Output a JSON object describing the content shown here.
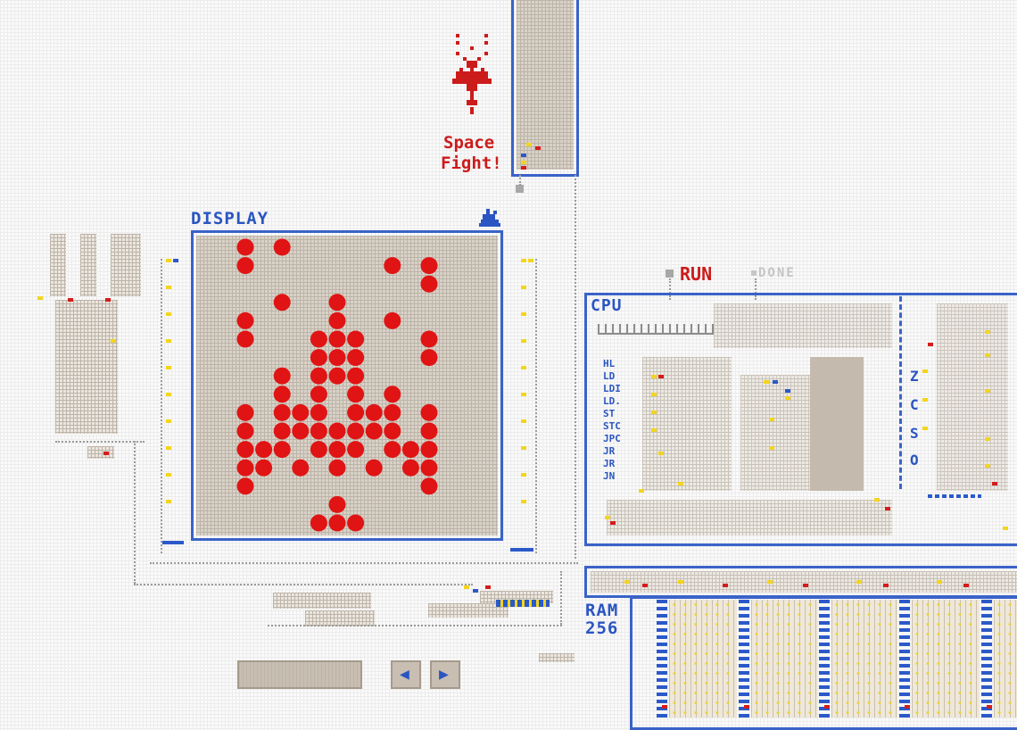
{
  "title": {
    "line1": "Space",
    "line2": "Fight!"
  },
  "display": {
    "label": "DISPLAY",
    "plug_icon": "plug-icon"
  },
  "run": {
    "label": "RUN",
    "done_label": "DONE"
  },
  "cpu": {
    "label": "CPU",
    "mnemonics": [
      "HL",
      "LD",
      "LDI",
      "LD.",
      "ST",
      "STC",
      "JPC",
      "JR",
      "JR",
      "JN"
    ],
    "flags": [
      "Z",
      "C",
      "S",
      "O"
    ]
  },
  "ram": {
    "label_line1": "RAM",
    "label_line2": "256"
  },
  "controls": {
    "left_button": "◀",
    "right_button": "▶"
  },
  "colors": {
    "frame": "#3a63c8",
    "led_on": "#e01414",
    "text_blue": "#2a55c2",
    "text_red": "#cc1b1b"
  },
  "display_grid": {
    "cols": 11,
    "rows": 16,
    "lit": [
      [
        0,
        0
      ],
      [
        2,
        0
      ],
      [
        0,
        1
      ],
      [
        8,
        1
      ],
      [
        10,
        1
      ],
      [
        10,
        2
      ],
      [
        2,
        3
      ],
      [
        5,
        3
      ],
      [
        0,
        4
      ],
      [
        5,
        4
      ],
      [
        8,
        4
      ],
      [
        0,
        5
      ],
      [
        4,
        5
      ],
      [
        5,
        5
      ],
      [
        6,
        5
      ],
      [
        10,
        5
      ],
      [
        4,
        6
      ],
      [
        5,
        6
      ],
      [
        6,
        6
      ],
      [
        10,
        6
      ],
      [
        2,
        7
      ],
      [
        4,
        7
      ],
      [
        5,
        7
      ],
      [
        6,
        7
      ],
      [
        2,
        8
      ],
      [
        4,
        8
      ],
      [
        6,
        8
      ],
      [
        8,
        8
      ],
      [
        0,
        9
      ],
      [
        2,
        9
      ],
      [
        3,
        9
      ],
      [
        4,
        9
      ],
      [
        6,
        9
      ],
      [
        7,
        9
      ],
      [
        8,
        9
      ],
      [
        10,
        9
      ],
      [
        0,
        10
      ],
      [
        2,
        10
      ],
      [
        3,
        10
      ],
      [
        4,
        10
      ],
      [
        5,
        10
      ],
      [
        6,
        10
      ],
      [
        7,
        10
      ],
      [
        8,
        10
      ],
      [
        10,
        10
      ],
      [
        0,
        11
      ],
      [
        1,
        11
      ],
      [
        2,
        11
      ],
      [
        4,
        11
      ],
      [
        5,
        11
      ],
      [
        6,
        11
      ],
      [
        8,
        11
      ],
      [
        9,
        11
      ],
      [
        10,
        11
      ],
      [
        0,
        12
      ],
      [
        1,
        12
      ],
      [
        3,
        12
      ],
      [
        5,
        12
      ],
      [
        7,
        12
      ],
      [
        9,
        12
      ],
      [
        10,
        12
      ],
      [
        0,
        13
      ],
      [
        10,
        13
      ],
      [
        5,
        14
      ],
      [
        4,
        15
      ],
      [
        5,
        15
      ],
      [
        6,
        15
      ]
    ]
  }
}
